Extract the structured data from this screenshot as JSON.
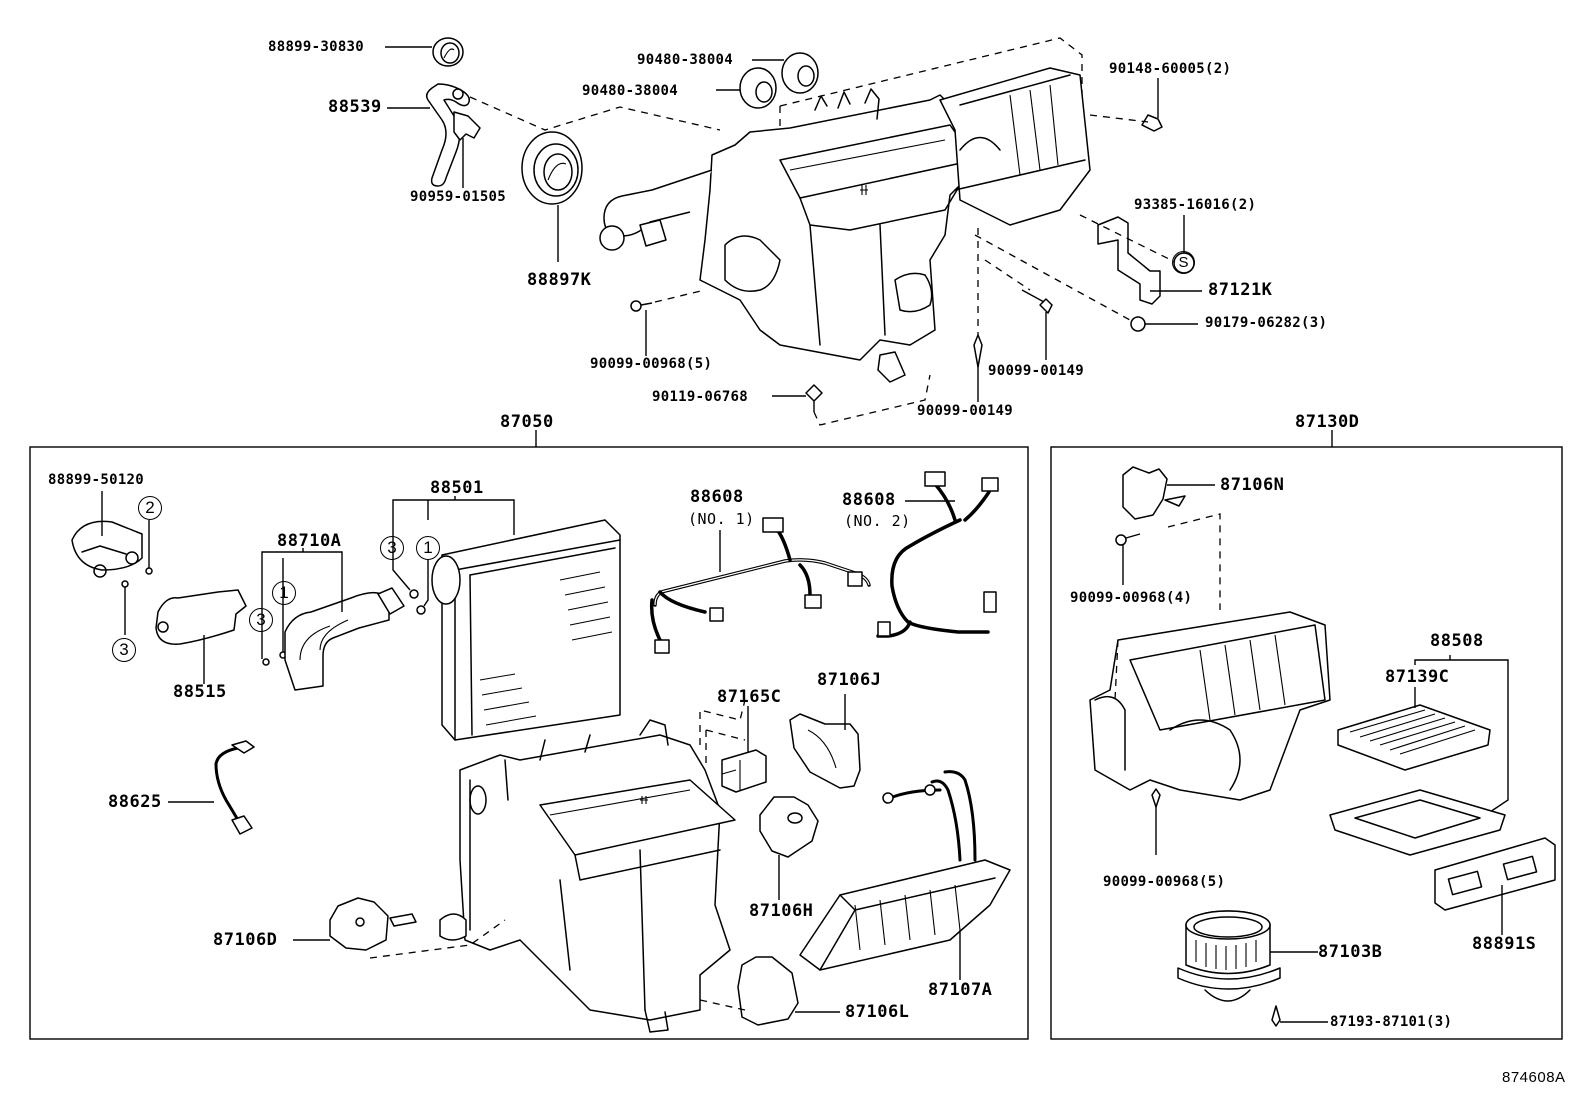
{
  "diagram": {
    "title_code": "874608A",
    "groups": {
      "unit_assembly": "87050",
      "blower_assembly": "87130D"
    },
    "top_parts": [
      {
        "id": "p-88899-30830",
        "label": "88899-30830"
      },
      {
        "id": "p-88539",
        "label": "88539"
      },
      {
        "id": "p-90959-01505",
        "label": "90959-01505"
      },
      {
        "id": "p-88897K",
        "label": "88897K"
      },
      {
        "id": "p-90480-38004-a",
        "label": "90480-38004"
      },
      {
        "id": "p-90480-38004-b",
        "label": "90480-38004"
      },
      {
        "id": "p-90148-60005",
        "label": "90148-60005(2)"
      },
      {
        "id": "p-93385-16016",
        "label": "93385-16016(2)"
      },
      {
        "id": "p-87121K",
        "label": "87121K"
      },
      {
        "id": "p-90179-06282",
        "label": "90179-06282(3)"
      },
      {
        "id": "p-90099-00968-5-top",
        "label": "90099-00968(5)"
      },
      {
        "id": "p-90119-06768",
        "label": "90119-06768"
      },
      {
        "id": "p-90099-00149-a",
        "label": "90099-00149"
      },
      {
        "id": "p-90099-00149-b",
        "label": "90099-00149"
      }
    ],
    "unit_parts": [
      {
        "id": "p-88899-50120",
        "label": "88899-50120"
      },
      {
        "id": "p-88515",
        "label": "88515"
      },
      {
        "id": "p-88710A",
        "label": "88710A"
      },
      {
        "id": "p-88501",
        "label": "88501"
      },
      {
        "id": "p-88608-1",
        "label": "88608",
        "note": "(NO. 1)"
      },
      {
        "id": "p-88608-2",
        "label": "88608",
        "note": "(NO. 2)"
      },
      {
        "id": "p-88625",
        "label": "88625"
      },
      {
        "id": "p-87165C",
        "label": "87165C"
      },
      {
        "id": "p-87106J",
        "label": "87106J"
      },
      {
        "id": "p-87106H",
        "label": "87106H"
      },
      {
        "id": "p-87106D",
        "label": "87106D"
      },
      {
        "id": "p-87107A",
        "label": "87107A"
      },
      {
        "id": "p-87106L",
        "label": "87106L"
      }
    ],
    "blower_parts": [
      {
        "id": "p-87106N",
        "label": "87106N"
      },
      {
        "id": "p-90099-00968-4",
        "label": "90099-00968(4)"
      },
      {
        "id": "p-88508",
        "label": "88508"
      },
      {
        "id": "p-87139C",
        "label": "87139C"
      },
      {
        "id": "p-90099-00968-5-blower",
        "label": "90099-00968(5)"
      },
      {
        "id": "p-88891S",
        "label": "88891S"
      },
      {
        "id": "p-87103B",
        "label": "87103B"
      },
      {
        "id": "p-87193-87101",
        "label": "87193-87101(3)"
      }
    ],
    "callouts": {
      "one": "1",
      "two": "2",
      "three": "3",
      "s": "S"
    }
  }
}
